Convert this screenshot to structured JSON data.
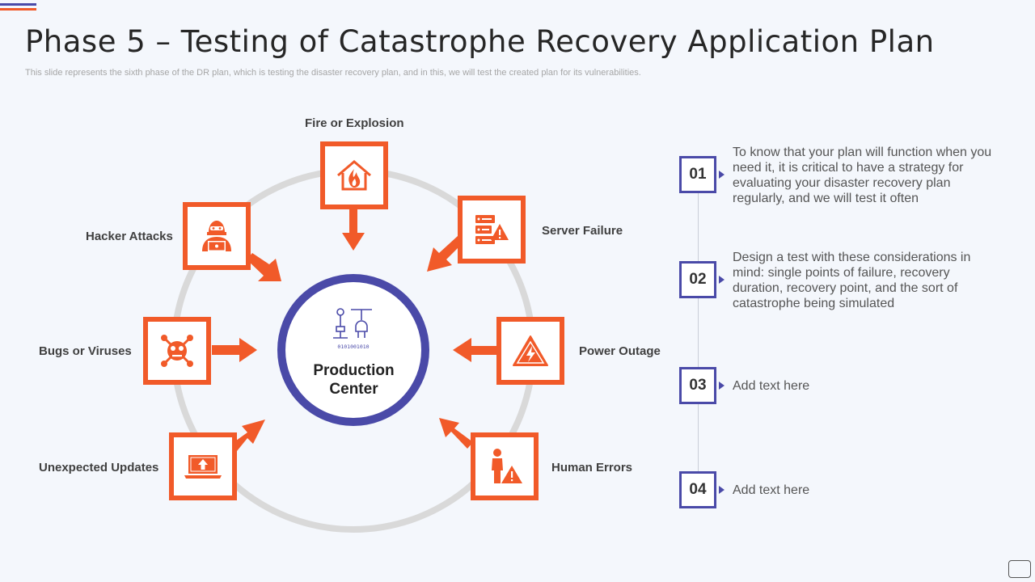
{
  "header": {
    "title": "Phase 5 – Testing of Catastrophe Recovery Application Plan",
    "subtitle": "This slide represents the sixth phase of the DR plan, which is testing the disaster recovery plan, and in this, we will test the created plan for its vulnerabilities."
  },
  "colors": {
    "accent": "#f15a29",
    "primary": "#4a4aa8",
    "ring": "#d9d9d9"
  },
  "diagram": {
    "center_label": [
      "Production",
      "Center"
    ],
    "center_icon": "robot-arm-icon",
    "hazards": [
      {
        "label": "Fire or Explosion",
        "icon": "house-fire-icon"
      },
      {
        "label": "Server Failure",
        "icon": "server-warning-icon"
      },
      {
        "label": "Power Outage",
        "icon": "lightning-warning-icon"
      },
      {
        "label": "Human Errors",
        "icon": "person-warning-icon"
      },
      {
        "label": "Unexpected Updates",
        "icon": "laptop-upload-icon"
      },
      {
        "label": "Bugs or Viruses",
        "icon": "virus-icon"
      },
      {
        "label": "Hacker Attacks",
        "icon": "hacker-icon"
      }
    ]
  },
  "steps": [
    {
      "number": "01",
      "text": "To know that your plan will function when you need it, it is critical to have a strategy for evaluating your disaster recovery plan regularly,  and we will test it often"
    },
    {
      "number": "02",
      "text": "Design a test with these considerations in mind: single points of failure, recovery duration, recovery point, and the sort of catastrophe being simulated"
    },
    {
      "number": "03",
      "text": "Add text here"
    },
    {
      "number": "04",
      "text": "Add text here"
    }
  ]
}
